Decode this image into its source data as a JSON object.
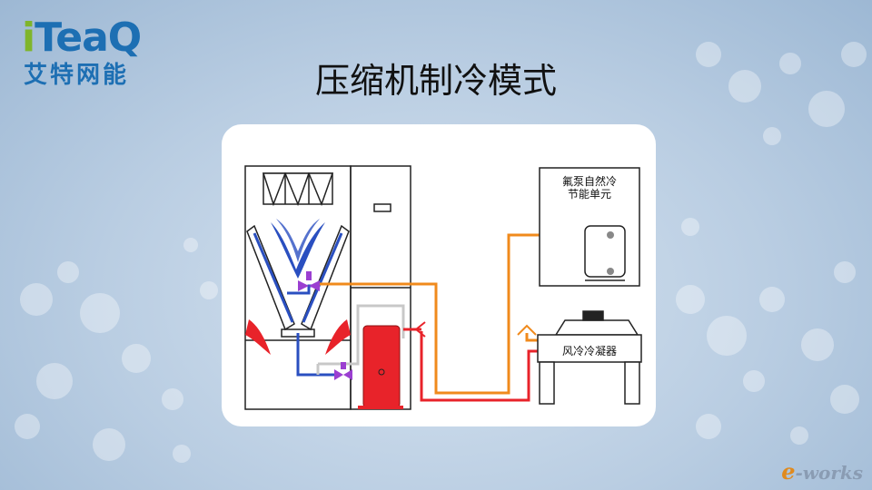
{
  "logo": {
    "brand_i": "i",
    "brand_rest": "TeaQ",
    "brand_cn": "艾特网能"
  },
  "slide": {
    "title": "压缩机制冷模式"
  },
  "diagram": {
    "labels": {
      "free_cooling_unit": [
        "氟泵自然冷",
        "节能单元"
      ],
      "air_condenser": "风冷冷凝器"
    },
    "colors": {
      "hot_gas": "#e8232a",
      "liquid": "#f08a1c",
      "evaporator": "#2a4fc0",
      "bypass": "#c8c8c8",
      "valve": "#9b3fd1"
    }
  },
  "watermark": {
    "e": "e",
    "text": "-works"
  }
}
